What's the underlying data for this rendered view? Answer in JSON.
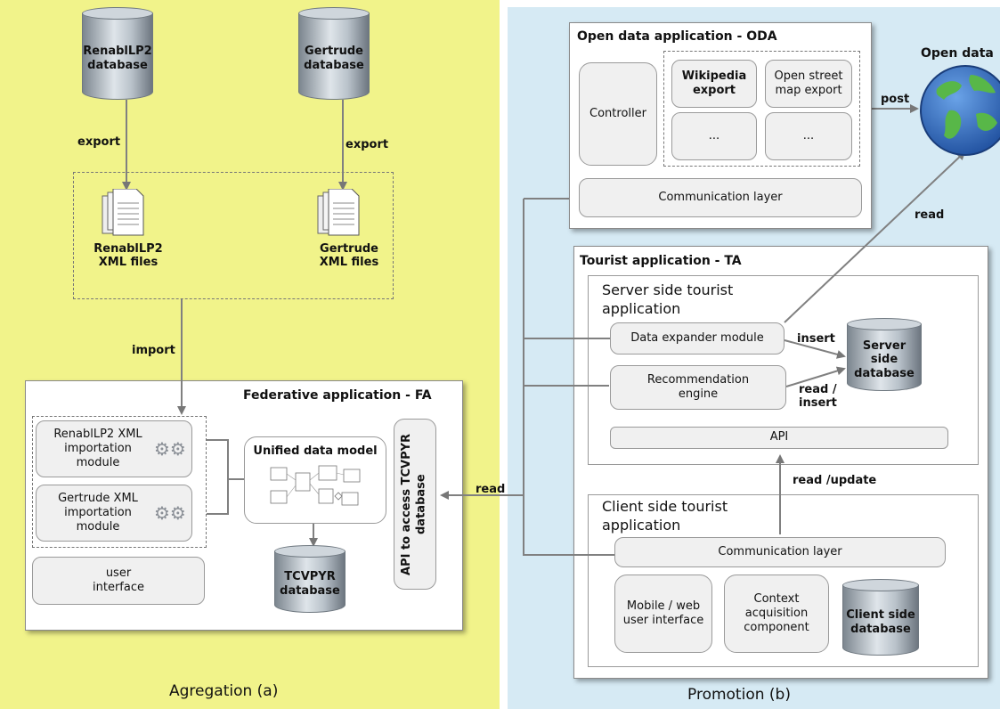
{
  "panels": {
    "aggregation_caption": "Agregation (a)",
    "promotion_caption": "Promotion (b)"
  },
  "databases": {
    "renabl_db": "RenablLP2 database",
    "gertrude_db": "Gertrude database",
    "tcvpyr_db": "TCVPYR database",
    "server_db": "Server side database",
    "client_db": "Client side database"
  },
  "files": {
    "renabl_xml": "RenablLP2 XML files",
    "gertrude_xml": "Gertrude XML files"
  },
  "edges": {
    "export_left": "export",
    "export_right": "export",
    "import": "import",
    "read_fa": "read",
    "post": "post",
    "read_open": "read",
    "insert": "insert",
    "read_insert": "read / insert",
    "read_update": "read /update"
  },
  "fa": {
    "title": "Federative application - FA",
    "renabl_module": "RenablLP2 XML importation module",
    "gertrude_module": "Gertrude XML importation module",
    "unified_model": "Unified data model",
    "user_interface": "user interface",
    "api": "API to access TCVPYR database"
  },
  "oda": {
    "title": "Open data application - ODA",
    "controller": "Controller",
    "wikipedia": "Wikipedia export",
    "osm": "Open street map export",
    "more1": "...",
    "more2": "...",
    "comm_layer": "Communication layer"
  },
  "open_data": {
    "label": "Open data"
  },
  "ta": {
    "title": "Tourist application - TA",
    "server_title": "Server side tourist application",
    "data_expander": "Data expander module",
    "recommendation": "Recommendation engine",
    "api": "API",
    "client_title": "Client side tourist application",
    "comm_layer": "Communication layer",
    "mobile_ui": "Mobile / web user interface",
    "context": "Context acquisition component"
  }
}
